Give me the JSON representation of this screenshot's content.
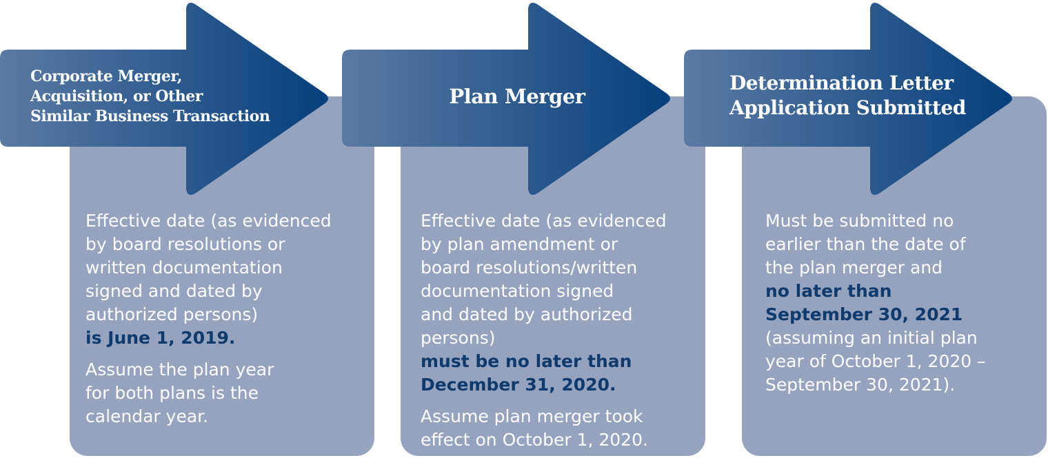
{
  "colors": {
    "arrow_light": "#5b7aa3",
    "arrow_dark": "#063f7c",
    "card_fill": "#95a3bf",
    "highlight_text": "#0e3a6e"
  },
  "steps": [
    {
      "title_lines": [
        "Corporate Merger,",
        "Acquisition, or Other",
        "Similar Business Transaction"
      ],
      "body_lines": [
        "Effective date (as evidenced",
        "by board resolutions or",
        "written documentation",
        "signed and dated by",
        "authorized persons)"
      ],
      "highlight_lines": [
        "is June 1, 2019."
      ],
      "note_lines": [
        "Assume the plan year",
        "for both plans is the",
        "calendar year."
      ]
    },
    {
      "title_lines": [
        "Plan Merger"
      ],
      "body_lines": [
        "Effective date (as evidenced",
        "by plan amendment or",
        "board resolutions/written",
        "documentation signed",
        "and dated by authorized",
        "persons)"
      ],
      "highlight_lines": [
        "must be no later than",
        "December 31, 2020."
      ],
      "note_lines": [
        "Assume plan merger took",
        "effect on October 1, 2020."
      ]
    },
    {
      "title_lines": [
        "Determination Letter",
        "Application Submitted"
      ],
      "body_lines": [
        "Must be submitted no",
        "earlier than the date of",
        "the plan merger and"
      ],
      "highlight_lines": [
        "no later than",
        "September 30, 2021"
      ],
      "note_lines": [
        "(assuming an initial plan",
        "year of October 1, 2020 –",
        "September 30, 2021)."
      ]
    }
  ]
}
